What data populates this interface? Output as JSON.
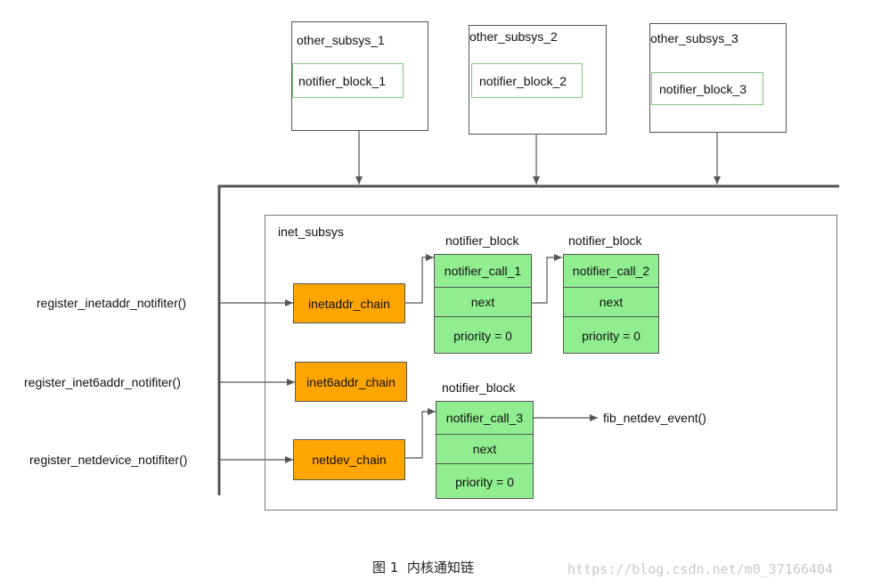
{
  "subsystems": [
    {
      "label": "other_subsys_1",
      "block": "notifier_block_1"
    },
    {
      "label": "other_subsys_2",
      "block": "notifier_block_2"
    },
    {
      "label": "other_subsys_3",
      "block": "notifier_block_3"
    }
  ],
  "inet_subsys": {
    "label": "inet_subsys"
  },
  "register_functions": [
    "register_inetaddr_notifiter()",
    "register_inet6addr_notifiter()",
    "register_netdevice_notifiter()"
  ],
  "chains": [
    "inetaddr_chain",
    "inet6addr_chain",
    "netdev_chain"
  ],
  "notifier_blocks": [
    {
      "title": "notifier_block",
      "call": "notifier_call_1",
      "next": "next",
      "priority": "priority = 0"
    },
    {
      "title": "notifier_block",
      "call": "notifier_call_2",
      "next": "next",
      "priority": "priority = 0"
    },
    {
      "title": "notifier_block",
      "call": "notifier_call_3",
      "next": "next",
      "priority": "priority = 0"
    }
  ],
  "callback": "fib_netdev_event()",
  "caption": "图 1  内核通知链",
  "watermark": "https://blog.csdn.net/m0_37166404",
  "colors": {
    "chain": "#ffa500",
    "block": "#90ee90",
    "inner_border": "#7ec87e",
    "line": "#555555"
  }
}
